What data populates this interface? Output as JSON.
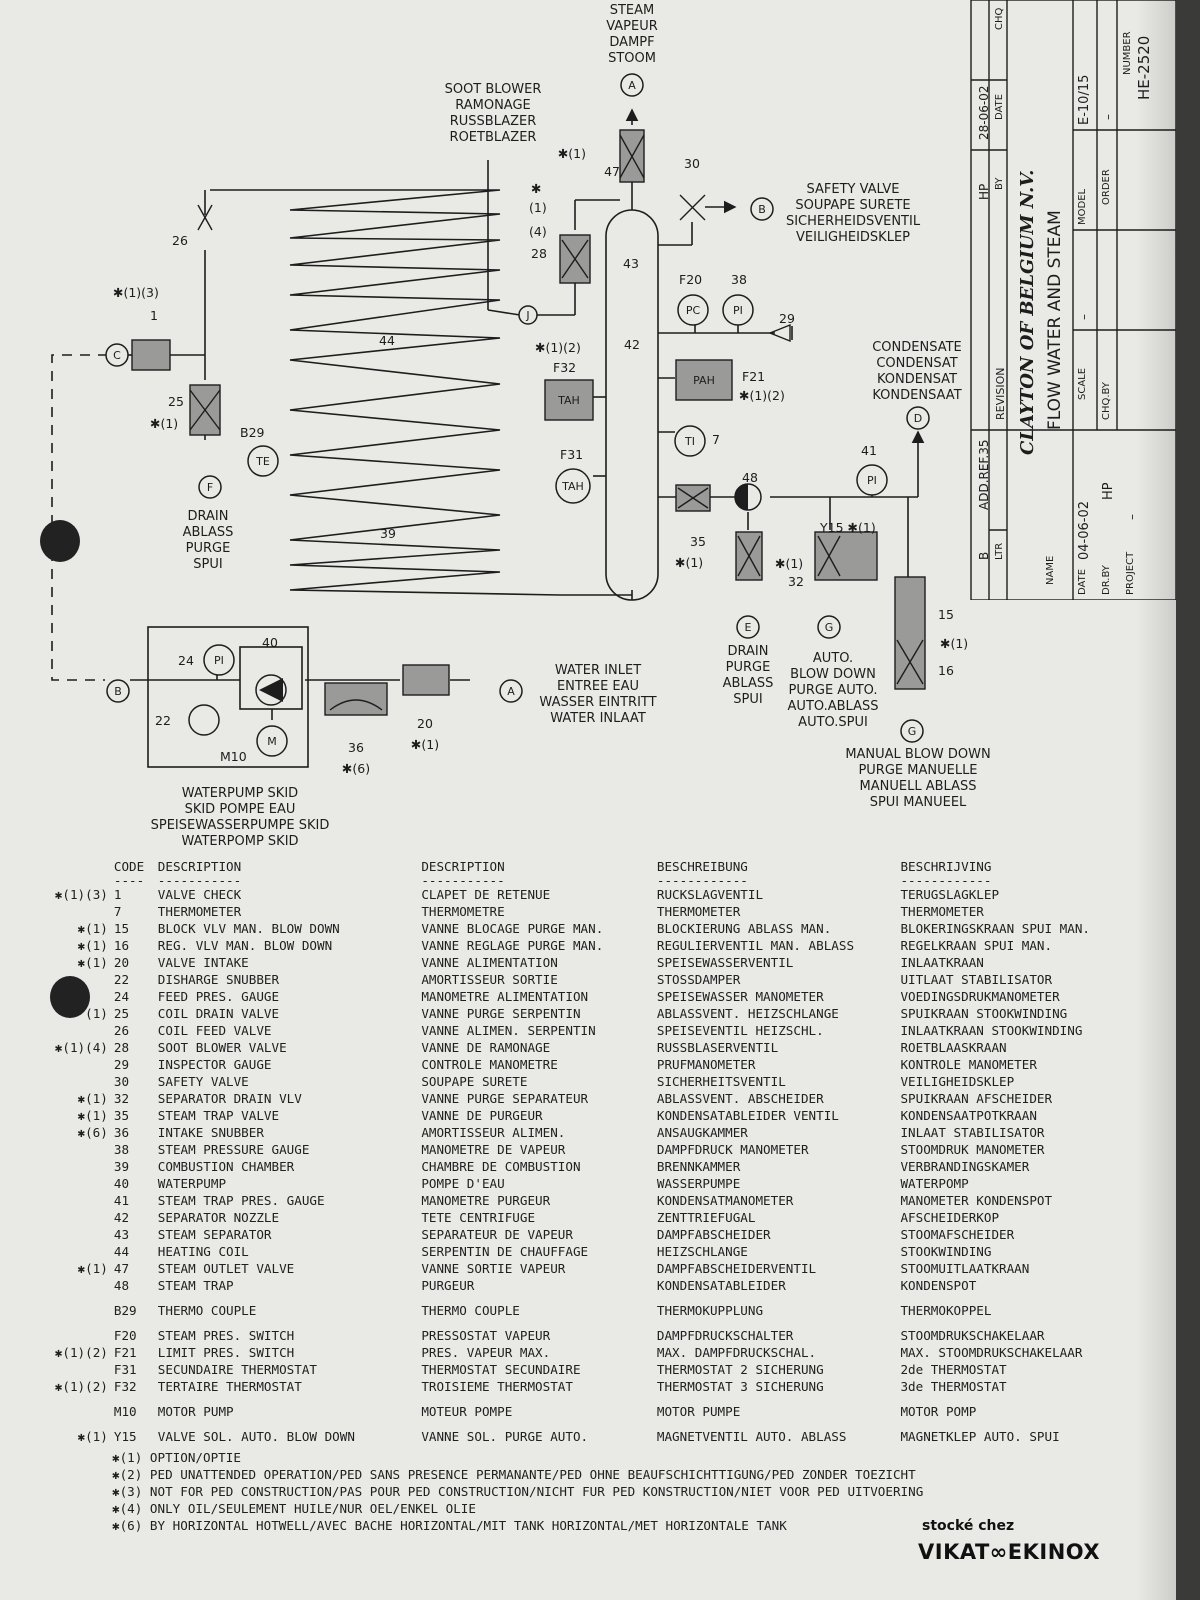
{
  "labels": {
    "steam": [
      "STEAM",
      "VAPEUR",
      "DAMPF",
      "STOOM"
    ],
    "soot_blower": [
      "SOOT BLOWER",
      "RAMONAGE",
      "RUSSBLAZER",
      "ROETBLAZER"
    ],
    "safety_valve": [
      "SAFETY VALVE",
      "SOUPAPE SURETE",
      "SICHERHEIDSVENTIL",
      "VEILIGHEIDSKLEP"
    ],
    "condensate": [
      "CONDENSATE",
      "CONDENSAT",
      "KONDENSAT",
      "KONDENSAAT"
    ],
    "drain_f": [
      "DRAIN",
      "ABLASS",
      "PURGE",
      "SPUI"
    ],
    "drain_e": [
      "DRAIN",
      "PURGE",
      "ABLASS",
      "SPUI"
    ],
    "auto_blow": [
      "AUTO.",
      "BLOW DOWN",
      "PURGE AUTO.",
      "AUTO.ABLASS",
      "AUTO.SPUI"
    ],
    "manual_blow": [
      "MANUAL BLOW DOWN",
      "PURGE MANUELLE",
      "MANUELL ABLASS",
      "SPUI MANUEEL"
    ],
    "water_inlet": [
      "WATER INLET",
      "ENTREE EAU",
      "WASSER EINTRITT",
      "WATER INLAAT"
    ],
    "pump_skid": [
      "WATERPUMP SKID",
      "SKID POMPE EAU",
      "SPEISEWASSERPUMPE SKID",
      "WATERPOMP SKID"
    ]
  },
  "tags": {
    "t47": "47",
    "t30": "30",
    "t28": "28",
    "t43": "43",
    "t26": "26",
    "t1": "1",
    "t25": "25",
    "t44": "44",
    "t39": "39",
    "t42": "42",
    "t7": "7",
    "t48": "48",
    "t35": "35",
    "t32": "32",
    "t41": "41",
    "t29": "29",
    "t38": "38",
    "t15": "15",
    "t16": "16",
    "t40": "40",
    "t24": "24",
    "t22": "22",
    "tm10": "M10",
    "t36": "36",
    "t20": "20",
    "tb29": "B29",
    "tf20": "F20",
    "tf21": "F21",
    "tf31": "F31",
    "tf32": "F32",
    "ty15": "Y15 ✱(1)"
  },
  "notes_tags": {
    "n47": "✱(1)",
    "n28a": "✱",
    "n28b": "(1)",
    "n28c": "(4)",
    "n1": "✱(1)(3)",
    "n25": "✱(1)",
    "nj": "✱(1)(2)",
    "nf21": "✱(1)(2)",
    "n35": "✱(1)",
    "n32": "✱(1)",
    "n16": "✱(1)",
    "n36": "✱(6)",
    "n20": "✱(1)"
  },
  "instruments": {
    "pc": "PC",
    "pi": "PI",
    "tah": "TAH",
    "pah": "PAH",
    "ti": "TI",
    "te": "TE",
    "m": "M"
  },
  "connectors": {
    "a": "A",
    "b": "B",
    "c": "C",
    "d": "D",
    "e": "E",
    "f": "F",
    "g": "G",
    "j": "J"
  },
  "legend_headers": {
    "code": "CODE",
    "en": "DESCRIPTION",
    "fr": "DESCRIPTION",
    "de": "BESCHREIBUNG",
    "nl": "BESCHRIJVING",
    "code_ul": "----",
    "en_ul": "-----------",
    "fr_ul": "-----------",
    "de_ul": "------------",
    "nl_ul": "------------"
  },
  "legend": [
    {
      "mark": "✱(1)(3)",
      "code": "1",
      "en": "VALVE CHECK",
      "fr": "CLAPET DE RETENUE",
      "de": "RUCKSLAGVENTIL",
      "nl": "TERUGSLAGKLEP"
    },
    {
      "mark": "",
      "code": "7",
      "en": "THERMOMETER",
      "fr": "THERMOMETRE",
      "de": "THERMOMETER",
      "nl": "THERMOMETER"
    },
    {
      "mark": "✱(1)",
      "code": "15",
      "en": "BLOCK VLV MAN. BLOW DOWN",
      "fr": "VANNE BLOCAGE PURGE MAN.",
      "de": "BLOCKIERUNG ABLASS MAN.",
      "nl": "BLOKERINGSKRAAN SPUI MAN."
    },
    {
      "mark": "✱(1)",
      "code": "16",
      "en": "REG. VLV MAN. BLOW DOWN",
      "fr": "VANNE REGLAGE PURGE MAN.",
      "de": "REGULIERVENTIL MAN. ABLASS",
      "nl": "REGELKRAAN SPUI MAN."
    },
    {
      "mark": "✱(1)",
      "code": "20",
      "en": "VALVE INTAKE",
      "fr": "VANNE ALIMENTATION",
      "de": "SPEISEWASSERVENTIL",
      "nl": "INLAATKRAAN"
    },
    {
      "mark": "",
      "code": "22",
      "en": "DISHARGE SNUBBER",
      "fr": "AMORTISSEUR SORTIE",
      "de": "STOSSDAMPER",
      "nl": "UITLAAT STABILISATOR"
    },
    {
      "mark": "",
      "code": "24",
      "en": "FEED PRES. GAUGE",
      "fr": "MANOMETRE ALIMENTATION",
      "de": "SPEISEWASSER MANOMETER",
      "nl": "VOEDINGSDRUKMANOMETER"
    },
    {
      "mark": "(1)",
      "code": "25",
      "en": "COIL DRAIN VALVE",
      "fr": "VANNE PURGE SERPENTIN",
      "de": "ABLASSVENT. HEIZSCHLANGE",
      "nl": "SPUIKRAAN STOOKWINDING"
    },
    {
      "mark": "",
      "code": "26",
      "en": "COIL FEED VALVE",
      "fr": "VANNE ALIMEN. SERPENTIN",
      "de": "SPEISEVENTIL HEIZSCHL.",
      "nl": "INLAATKRAAN STOOKWINDING"
    },
    {
      "mark": "✱(1)(4)",
      "code": "28",
      "en": "SOOT BLOWER VALVE",
      "fr": "VANNE DE RAMONAGE",
      "de": "RUSSBLASERVENTIL",
      "nl": "ROETBLAASKRAAN"
    },
    {
      "mark": "",
      "code": "29",
      "en": "INSPECTOR GAUGE",
      "fr": "CONTROLE MANOMETRE",
      "de": "PRUFMANOMETER",
      "nl": "KONTROLE MANOMETER"
    },
    {
      "mark": "",
      "code": "30",
      "en": "SAFETY VALVE",
      "fr": "SOUPAPE SURETE",
      "de": "SICHERHEITSVENTIL",
      "nl": "VEILIGHEIDSKLEP"
    },
    {
      "mark": "✱(1)",
      "code": "32",
      "en": "SEPARATOR DRAIN VLV",
      "fr": "VANNE PURGE SEPARATEUR",
      "de": "ABLASSVENT. ABSCHEIDER",
      "nl": "SPUIKRAAN AFSCHEIDER"
    },
    {
      "mark": "✱(1)",
      "code": "35",
      "en": "STEAM TRAP VALVE",
      "fr": "VANNE DE PURGEUR",
      "de": "KONDENSATABLEIDER VENTIL",
      "nl": "KONDENSAATPOTKRAAN"
    },
    {
      "mark": "✱(6)",
      "code": "36",
      "en": "INTAKE SNUBBER",
      "fr": "AMORTISSEUR ALIMEN.",
      "de": "ANSAUGKAMMER",
      "nl": "INLAAT STABILISATOR"
    },
    {
      "mark": "",
      "code": "38",
      "en": "STEAM PRESSURE GAUGE",
      "fr": "MANOMETRE DE VAPEUR",
      "de": "DAMPFDRUCK MANOMETER",
      "nl": "STOOMDRUK MANOMETER"
    },
    {
      "mark": "",
      "code": "39",
      "en": "COMBUSTION CHAMBER",
      "fr": "CHAMBRE DE COMBUSTION",
      "de": "BRENNKAMMER",
      "nl": "VERBRANDINGSKAMER"
    },
    {
      "mark": "",
      "code": "40",
      "en": "WATERPUMP",
      "fr": "POMPE D'EAU",
      "de": "WASSERPUMPE",
      "nl": "WATERPOMP"
    },
    {
      "mark": "",
      "code": "41",
      "en": "STEAM TRAP PRES. GAUGE",
      "fr": "MANOMETRE PURGEUR",
      "de": "KONDENSATMANOMETER",
      "nl": "MANOMETER KONDENSPOT"
    },
    {
      "mark": "",
      "code": "42",
      "en": "SEPARATOR NOZZLE",
      "fr": "TETE CENTRIFUGE",
      "de": "ZENTTRIEFUGAL",
      "nl": "AFSCHEIDERKOP"
    },
    {
      "mark": "",
      "code": "43",
      "en": "STEAM SEPARATOR",
      "fr": "SEPARATEUR DE VAPEUR",
      "de": "DAMPFABSCHEIDER",
      "nl": "STOOMAFSCHEIDER"
    },
    {
      "mark": "",
      "code": "44",
      "en": "HEATING COIL",
      "fr": "SERPENTIN DE CHAUFFAGE",
      "de": "HEIZSCHLANGE",
      "nl": "STOOKWINDING"
    },
    {
      "mark": "✱(1)",
      "code": "47",
      "en": "STEAM OUTLET VALVE",
      "fr": "VANNE SORTIE VAPEUR",
      "de": "DAMPFABSCHEIDERVENTIL",
      "nl": "STOOMUITLAATKRAAN"
    },
    {
      "mark": "",
      "code": "48",
      "en": "STEAM TRAP",
      "fr": "PURGEUR",
      "de": "KONDENSATABLEIDER",
      "nl": "KONDENSPOT"
    },
    {
      "mark": "",
      "code": "B29",
      "en": "THERMO COUPLE",
      "fr": "THERMO COUPLE",
      "de": "THERMOKUPPLUNG",
      "nl": "THERMOKOPPEL",
      "gap": true
    },
    {
      "mark": "",
      "code": "F20",
      "en": "STEAM PRES. SWITCH",
      "fr": "PRESSOSTAT VAPEUR",
      "de": "DAMPFDRUCKSCHALTER",
      "nl": "STOOMDRUKSCHAKELAAR",
      "gap": true
    },
    {
      "mark": "✱(1)(2)",
      "code": "F21",
      "en": "LIMIT PRES. SWITCH",
      "fr": "PRES. VAPEUR MAX.",
      "de": "MAX. DAMPFDRUCKSCHAL.",
      "nl": "MAX. STOOMDRUKSCHAKELAAR"
    },
    {
      "mark": "",
      "code": "F31",
      "en": "SECUNDAIRE THERMOSTAT",
      "fr": "THERMOSTAT SECUNDAIRE",
      "de": "THERMOSTAT 2 SICHERUNG",
      "nl": "2de THERMOSTAT"
    },
    {
      "mark": "✱(1)(2)",
      "code": "F32",
      "en": "TERTAIRE THERMOSTAT",
      "fr": "TROISIEME THERMOSTAT",
      "de": "THERMOSTAT 3 SICHERUNG",
      "nl": "3de THERMOSTAT"
    },
    {
      "mark": "",
      "code": "M10",
      "en": "MOTOR PUMP",
      "fr": "MOTEUR POMPE",
      "de": "MOTOR PUMPE",
      "nl": "MOTOR POMP",
      "gap": true
    },
    {
      "mark": "✱(1)",
      "code": "Y15",
      "en": "VALVE SOL. AUTO. BLOW DOWN",
      "fr": "VANNE SOL. PURGE AUTO.",
      "de": "MAGNETVENTIL AUTO. ABLASS",
      "nl": "MAGNETKLEP AUTO. SPUI",
      "gap": true
    }
  ],
  "notes": [
    "✱(1) OPTION/OPTIE",
    "✱(2) PED UNATTENDED OPERATION/PED SANS PRESENCE PERMANANTE/PED OHNE BEAUFSCHICHTTIGUNG/PED ZONDER TOEZICHT",
    "✱(3) NOT FOR PED CONSTRUCTION/PAS POUR PED CONSTRUCTION/NICHT FUR PED KONSTRUCTION/NIET VOOR PED UITVOERING",
    "✱(4) ONLY OIL/SEULEMENT HUILE/NUR OEL/ENKEL OLIE",
    "✱(6) BY HORIZONTAL HOTWELL/AVEC BACHE HORIZONTAL/MIT TANK HORIZONTAL/MET HORIZONTALE TANK"
  ],
  "title_block": {
    "company": "CLAYTON OF BELGIUM N.V.",
    "name_label": "NAME",
    "name": "FLOW WATER AND STEAM",
    "rev_row": {
      "ltr": "B",
      "desc": "ADD.REF.35",
      "by": "HP",
      "date": "28-06-02",
      "chq": ""
    },
    "rev_headers": {
      "ltr": "LTR",
      "revision": "REVISION",
      "by": "BY",
      "date": "DATE",
      "chq": "CHQ"
    },
    "date_label": "DATE",
    "date": "04-06-02",
    "scale_label": "SCALE",
    "scale": "–",
    "model_label": "MODEL",
    "model": "E-10/15",
    "drby_label": "DR.BY",
    "drby": "HP",
    "chqby_label": "CHQ.BY",
    "chqby": "",
    "order_label": "ORDER",
    "order": "–",
    "number_label": "NUMBER",
    "number": "HE-2520",
    "project_label": "PROJECT",
    "project": "–"
  },
  "watermark": {
    "line1": "stocké chez",
    "line2": "VIKAT∞EKINOX"
  }
}
